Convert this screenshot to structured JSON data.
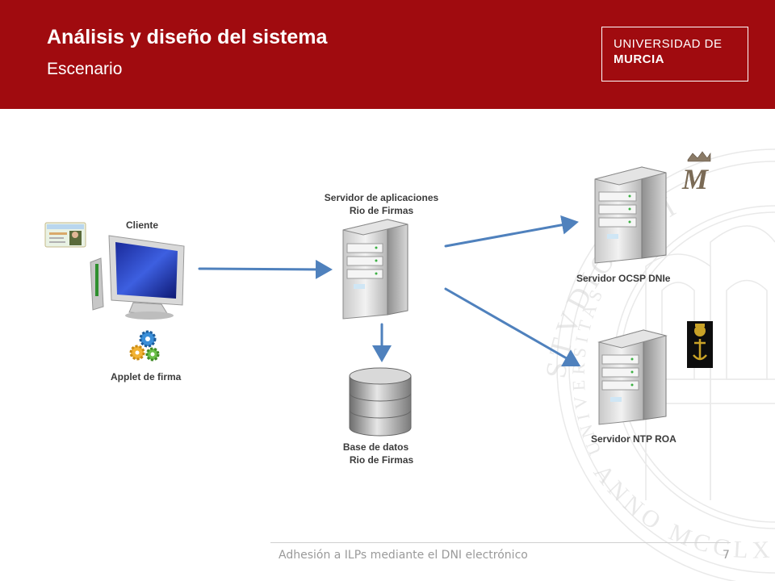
{
  "header": {
    "title": "Análisis y diseño del sistema",
    "subtitle": "Escenario",
    "logo_line1": "UNIVERSIDAD DE",
    "logo_line2": "MURCIA"
  },
  "watermark": {
    "seal_text": "STVDIORVM",
    "seal_text_bottom": "ANNO MCCLX",
    "seal_text_left": "UNIVERSITAS"
  },
  "nodes": {
    "cliente": "Cliente",
    "applet": "Applet de firma",
    "app_server_line1": "Servidor de aplicaciones",
    "app_server_line2": "Rio de Firmas",
    "database_line1": "Base de datos",
    "database_line2": "Rio de Firmas",
    "ocsp_server": "Servidor OCSP DNIe",
    "ntp_server": "Servidor NTP ROA"
  },
  "footer": {
    "text": "Adhesión a ILPs mediante el DNI electrónico",
    "page_number": "7"
  },
  "colors": {
    "header_bg": "#a00b0f",
    "arrow": "#4f81bd",
    "label_text": "#3b3b3b"
  }
}
